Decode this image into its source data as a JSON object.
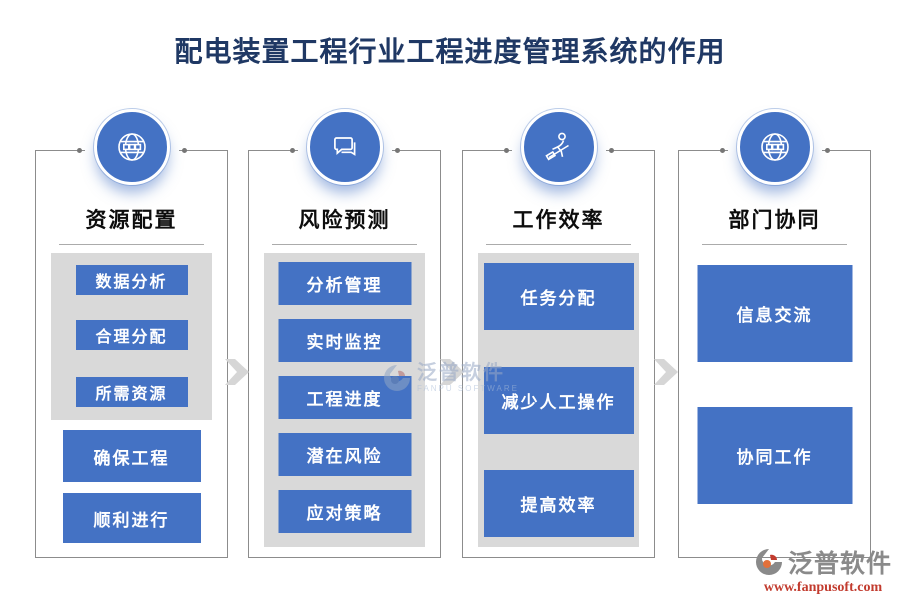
{
  "title": "配电装置工程行业工程进度管理系统的作用",
  "columns": [
    {
      "heading": "资源配置",
      "icon": "globe-icon",
      "items": [
        "数据分析",
        "合理分配",
        "所需资源",
        "确保工程",
        "顺利进行"
      ]
    },
    {
      "heading": "风险预测",
      "icon": "chat-bubbles-icon",
      "items": [
        "分析管理",
        "实时监控",
        "工程进度",
        "潜在风险",
        "应对策略"
      ]
    },
    {
      "heading": "工作效率",
      "icon": "worker-icon",
      "items": [
        "任务分配",
        "减少人工操作",
        "提高效率"
      ]
    },
    {
      "heading": "部门协同",
      "icon": "globe-icon",
      "items": [
        "信息交流",
        "协同工作"
      ]
    }
  ],
  "watermark": {
    "name": "泛普软件",
    "subtitle": "FANPU SOFTWARE"
  },
  "footer_logo": {
    "name": "泛普软件",
    "url": "www.fanpusoft.com"
  },
  "colors": {
    "accent": "#4472C4",
    "container_gray": "#D9D9D9",
    "title_navy": "#1F3864",
    "frame_border": "#8C8C8C",
    "arrow_gray": "#D6D6D6",
    "logo_gray": "#8A8A8A",
    "logo_red": "#C23B2E"
  }
}
